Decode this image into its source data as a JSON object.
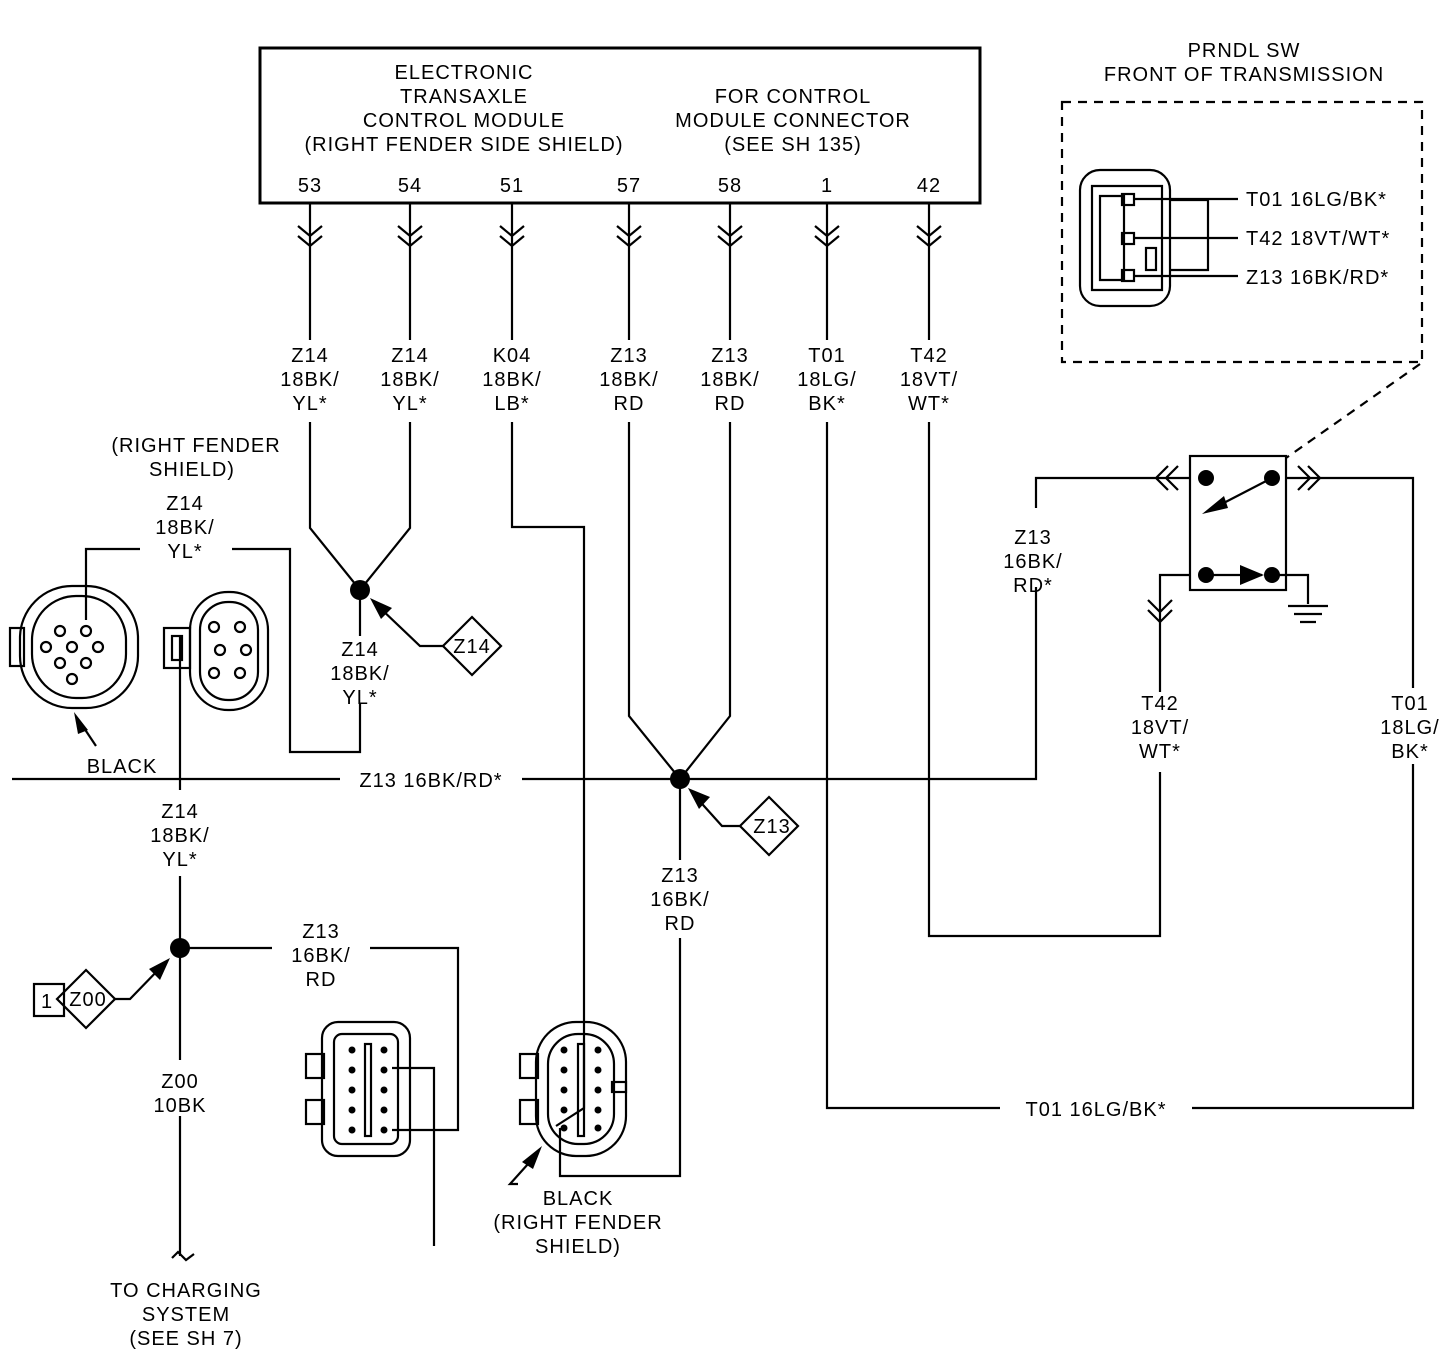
{
  "module": {
    "title": [
      "ELECTRONIC",
      "TRANSAXLE",
      "CONTROL MODULE",
      "(RIGHT FENDER SIDE SHIELD)"
    ],
    "connector_note": [
      "FOR CONTROL",
      "MODULE CONNECTOR",
      "(SEE SH 135)"
    ],
    "pins": [
      "53",
      "54",
      "51",
      "57",
      "58",
      "1",
      "42"
    ]
  },
  "pin_wires": [
    [
      "Z14",
      "18BK/",
      "YL*"
    ],
    [
      "Z14",
      "18BK/",
      "YL*"
    ],
    [
      "K04",
      "18BK/",
      "LB*"
    ],
    [
      "Z13",
      "18BK/",
      "RD"
    ],
    [
      "Z13",
      "18BK/",
      "RD"
    ],
    [
      "T01",
      "18LG/",
      "BK*"
    ],
    [
      "T42",
      "18VT/",
      "WT*"
    ]
  ],
  "prndl": {
    "title": [
      "PRNDL SW",
      "FRONT OF TRANSMISSION"
    ],
    "wires": [
      "T01 16LG/BK*",
      "T42 18VT/WT*",
      "Z13 16BK/RD*"
    ]
  },
  "labels": {
    "right_fender_shield": [
      "(RIGHT FENDER",
      "SHIELD)"
    ],
    "z14_left": [
      "Z14",
      "18BK/",
      "YL*"
    ],
    "z14_splice_below": [
      "Z14",
      "18BK/",
      "YL*"
    ],
    "z14_tag": "Z14",
    "black_left": "BLACK",
    "z13_bus": "Z13 16BK/RD*",
    "z14_lower": [
      "Z14",
      "18BK/",
      "YL*"
    ],
    "z13_tag": "Z13",
    "z13_16_center": [
      "Z13",
      "16BK/",
      "RD"
    ],
    "z13_16_lower_left": [
      "Z13",
      "16BK/",
      "RD"
    ],
    "z00_tag_num": "1",
    "z00_tag": "Z00",
    "z00_wire": [
      "Z00",
      "10BK"
    ],
    "to_charging": [
      "TO CHARGING",
      "SYSTEM",
      "(SEE SH 7)"
    ],
    "black_right_fender": [
      "BLACK",
      "(RIGHT FENDER",
      "SHIELD)"
    ],
    "z13_16_right": [
      "Z13",
      "16BK/",
      "RD*"
    ],
    "t42_right": [
      "T42",
      "18VT/",
      "WT*"
    ],
    "t01_right": [
      "T01",
      "18LG/",
      "BK*"
    ],
    "t01_bottom": "T01 16LG/BK*"
  }
}
